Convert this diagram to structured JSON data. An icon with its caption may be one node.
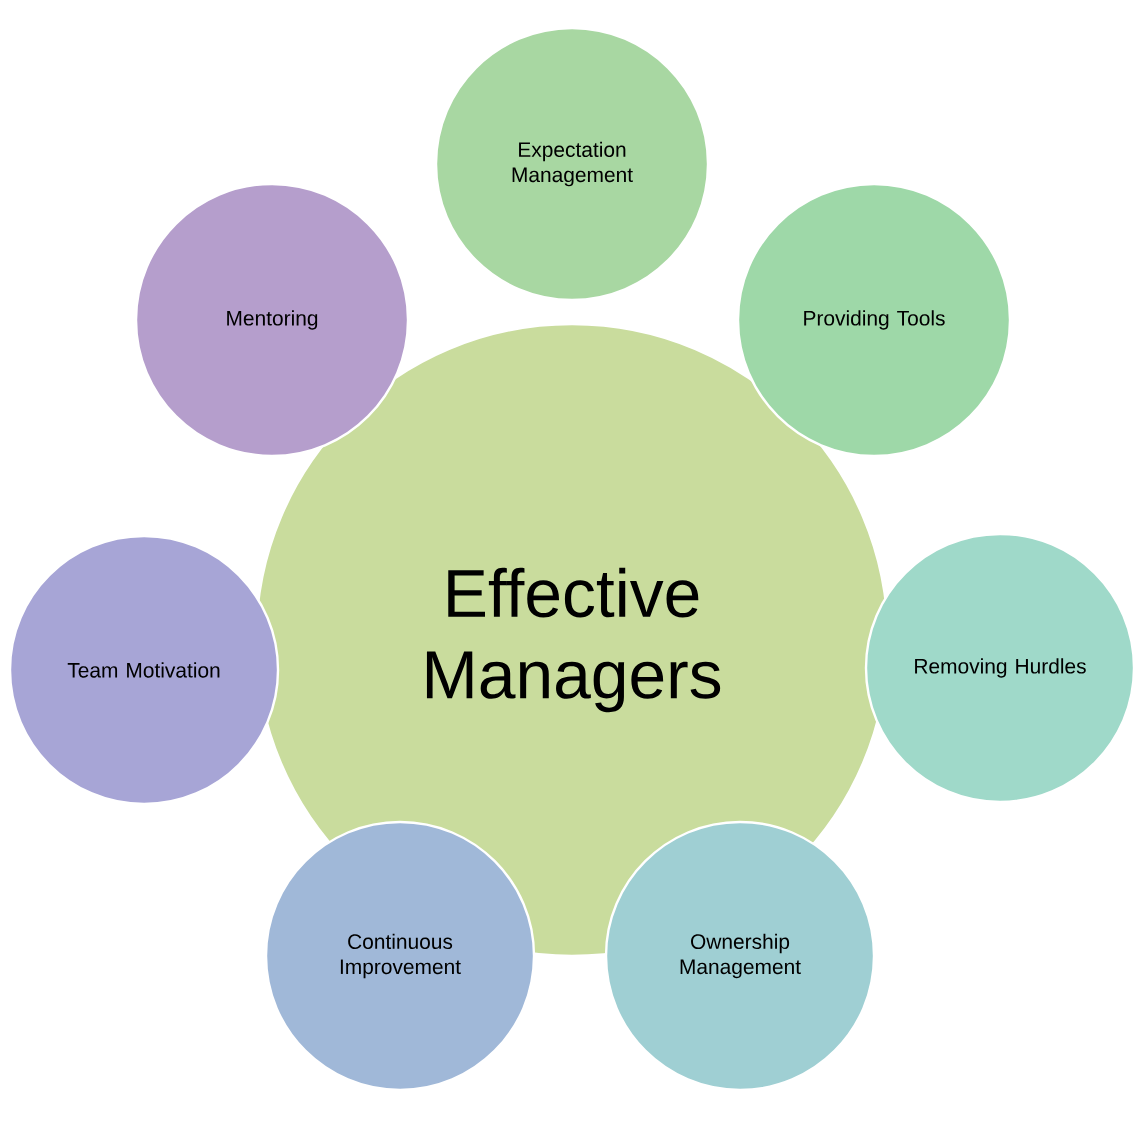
{
  "diagram": {
    "nodes": [
      {
        "text": [
          "Effective Managers"
        ]
      },
      {
        "text": [
          "Expectation Management"
        ]
      },
      {
        "text": [
          "Providing Tools"
        ]
      },
      {
        "text": [
          "Removing Hurdles"
        ]
      },
      {
        "text": [
          "Ownership Management"
        ]
      },
      {
        "text": [
          "Continuous Improvement"
        ]
      },
      {
        "text": [
          "Team Motivation"
        ]
      },
      {
        "text": [
          "Mentoring"
        ]
      }
    ],
    "edges": []
  }
}
